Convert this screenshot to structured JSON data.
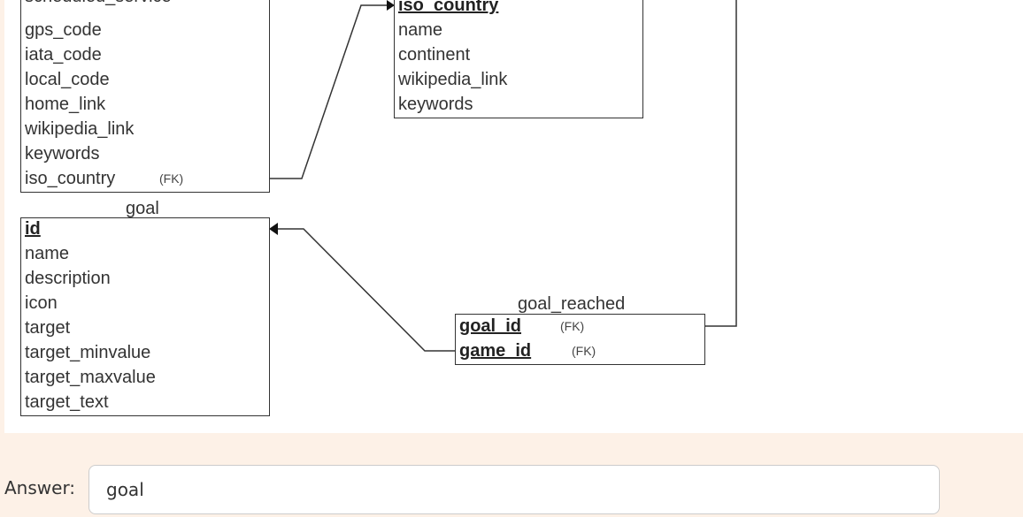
{
  "diagram": {
    "tables": {
      "airport": {
        "fields": [
          "scheduled_service",
          "gps_code",
          "iata_code",
          "local_code",
          "home_link",
          "wikipedia_link",
          "keywords",
          "iso_country"
        ],
        "fk_label": "(FK)"
      },
      "country": {
        "fields": [
          "iso_country",
          "name",
          "continent",
          "wikipedia_link",
          "keywords"
        ]
      },
      "goal": {
        "title": "goal",
        "fields": [
          "id",
          "name",
          "description",
          "icon",
          "target",
          "target_minvalue",
          "target_maxvalue",
          "target_text"
        ]
      },
      "goal_reached": {
        "title": "goal_reached",
        "fields": [
          "goal_id",
          "game_id"
        ],
        "fk_labels": [
          "(FK)",
          "(FK)"
        ]
      }
    }
  },
  "answer": {
    "label": "Answer:",
    "value": "goal"
  }
}
